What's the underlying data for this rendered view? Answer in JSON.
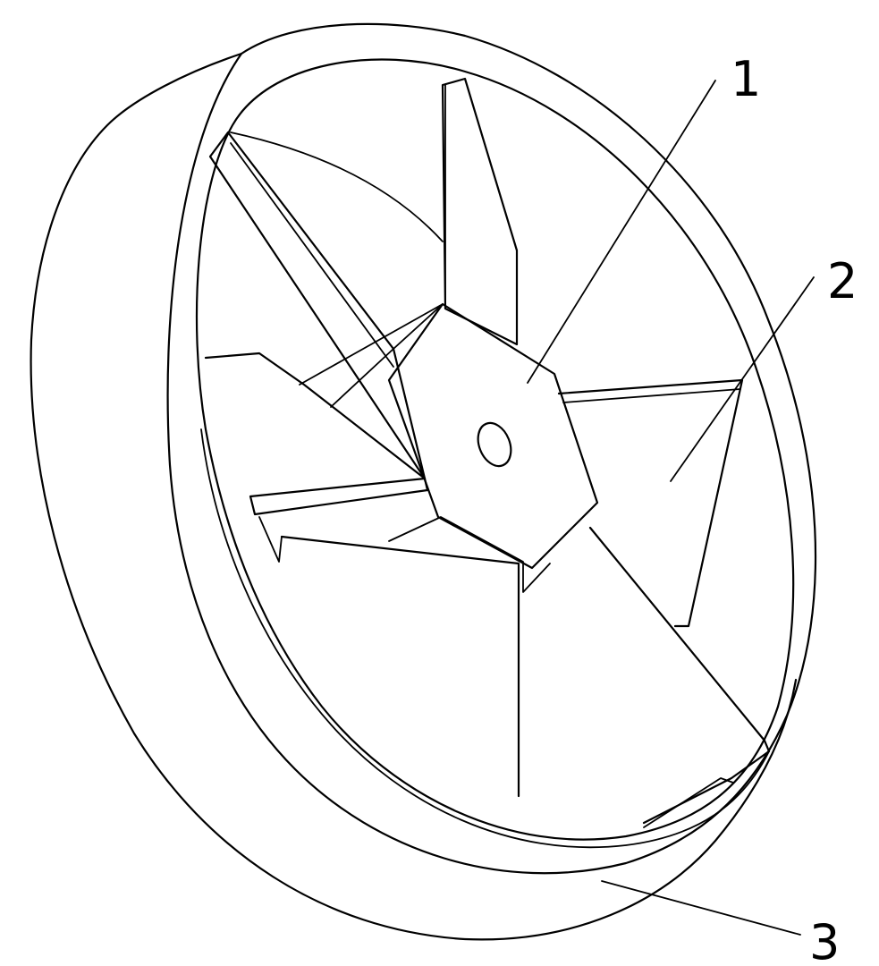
{
  "figure": {
    "line_color": "#000000",
    "background": "#ffffff",
    "callouts": [
      {
        "id": "1",
        "text": "1"
      },
      {
        "id": "2",
        "text": "2"
      },
      {
        "id": "3",
        "text": "3"
      }
    ]
  }
}
